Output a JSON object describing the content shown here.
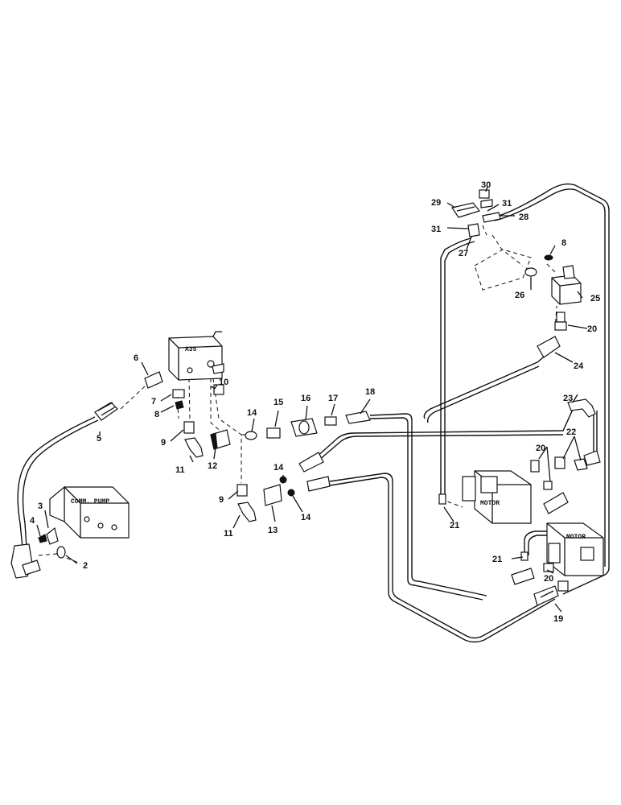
{
  "components": {
    "valve_block": "A35",
    "pump": "COMM. PUMP",
    "motor_1": "MOTOR",
    "motor_2": "MOTOR"
  },
  "callouts": [
    "2",
    "3",
    "4",
    "5",
    "6",
    "7",
    "8",
    "9",
    "10",
    "11",
    "12",
    "13",
    "14",
    "15",
    "16",
    "17",
    "18",
    "19",
    "20",
    "21",
    "22",
    "23",
    "24",
    "25",
    "26",
    "27",
    "28",
    "29",
    "30",
    "31"
  ],
  "labels": {
    "c2": "2",
    "c3": "3",
    "c4": "4",
    "c5": "5",
    "c6": "6",
    "c7": "7",
    "c8a": "8",
    "c8b": "8",
    "c9a": "9",
    "c9b": "9",
    "c10": "10",
    "c11a": "11",
    "c11b": "11",
    "c12": "12",
    "c13": "13",
    "c14a": "14",
    "c14b": "14",
    "c14c": "14",
    "c15": "15",
    "c16": "16",
    "c17": "17",
    "c18": "18",
    "c19": "19",
    "c20a": "20",
    "c20b": "20",
    "c20c": "20",
    "c21a": "21",
    "c21b": "21",
    "c22": "22",
    "c23": "23",
    "c24": "24",
    "c25": "25",
    "c26": "26",
    "c27": "27",
    "c28": "28",
    "c29": "29",
    "c30": "30",
    "c31a": "31",
    "c31b": "31"
  }
}
